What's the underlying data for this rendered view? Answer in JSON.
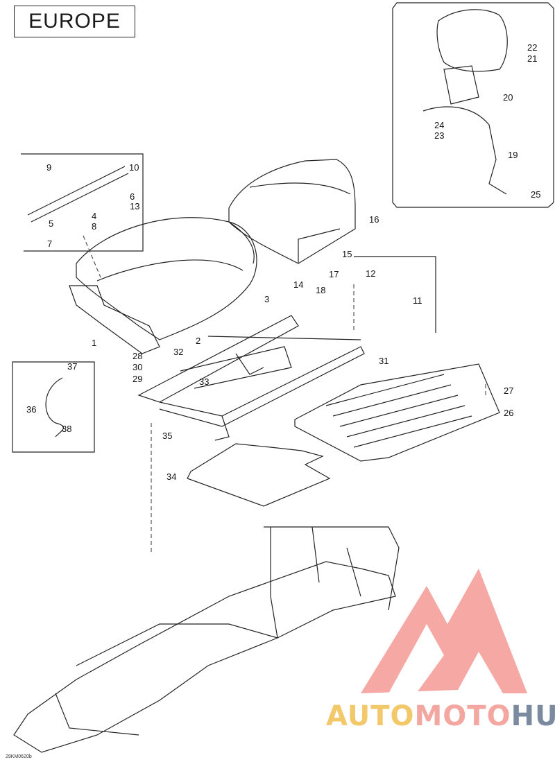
{
  "region_label": "EUROPE",
  "drawing_code": "29KM0620b",
  "watermark": {
    "part1": "AUTO",
    "part2": "MOTO",
    "part3": "HUB"
  },
  "callouts": [
    "1",
    "2",
    "3",
    "4",
    "5",
    "6",
    "7",
    "8",
    "9",
    "10",
    "11",
    "12",
    "13",
    "14",
    "15",
    "16",
    "17",
    "18",
    "19",
    "20",
    "21",
    "22",
    "23",
    "24",
    "25",
    "26",
    "27",
    "28",
    "29",
    "30",
    "31",
    "32",
    "33",
    "34",
    "35",
    "36",
    "37",
    "38"
  ]
}
